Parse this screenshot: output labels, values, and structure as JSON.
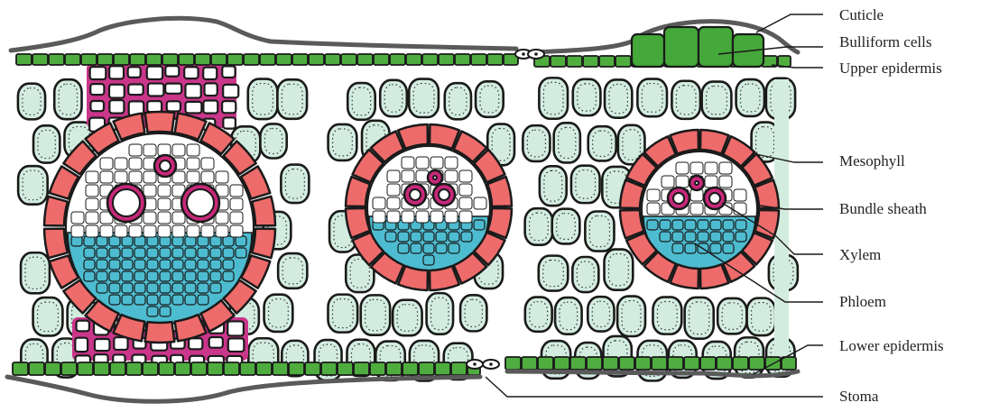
{
  "labels": {
    "cuticle": "Cuticle",
    "bulliform": "Bulliform cells",
    "upper_epidermis": "Upper epidermis",
    "mesophyll": "Mesophyll",
    "bundle_sheath": "Bundle sheath",
    "xylem": "Xylem",
    "phloem": "Phloem",
    "lower_epidermis": "Lower epidermis",
    "stoma": "Stoma"
  },
  "colors": {
    "epidermis": "#4fad3f",
    "bulliform": "#45a83a",
    "cuticle": "#5a5a5a",
    "mesophyll": "#d3ece0",
    "bundle_sheath": "#ee6b6b",
    "xylem_wall": "#c8287a",
    "phloem": "#4dbcd0",
    "sclerenchyma": "#c9368a",
    "outline": "#1a1a1a"
  }
}
